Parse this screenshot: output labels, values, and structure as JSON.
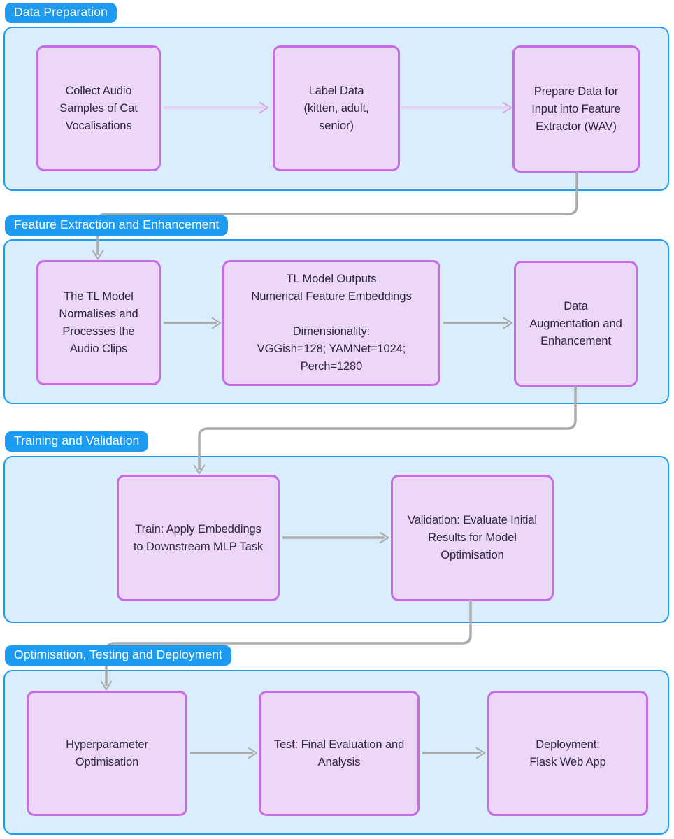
{
  "theme": {
    "page-bg": "#ffffff",
    "label-bg": "#1d9bf0",
    "label-text": "#ffffff",
    "container-bg": "#d9edfb",
    "container-border": "#1d9bf0",
    "node-bg": "#ecd7f8",
    "node-border": "#c86ce6",
    "node-text": "#302345",
    "arrow-gray": "#ababab",
    "arrow-violet": "#eacdf7",
    "arrow-violet-head": "#dda4ef"
  },
  "sections": [
    {
      "label": "Data Preparation",
      "nodes": [
        {
          "text": "Collect Audio\nSamples of Cat\nVocalisations"
        },
        {
          "text": "Label Data\n(kitten, adult,\nsenior)"
        },
        {
          "text": "Prepare Data for\nInput into Feature\nExtractor (WAV)"
        }
      ]
    },
    {
      "label": "Feature Extraction and Enhancement",
      "nodes": [
        {
          "text": "The TL Model\nNormalises and\nProcesses the\nAudio Clips"
        },
        {
          "text": "TL Model Outputs\nNumerical Feature Embeddings\n\nDimensionality:\nVGGish=128; YAMNet=1024;\nPerch=1280"
        },
        {
          "text": "Data\nAugmentation and\nEnhancement"
        }
      ]
    },
    {
      "label": "Training and Validation",
      "nodes": [
        {
          "text": "Train: Apply Embeddings\nto Downstream MLP Task"
        },
        {
          "text": "Validation: Evaluate Initial\nResults for Model\nOptimisation"
        }
      ]
    },
    {
      "label": "Optimisation, Testing and Deployment",
      "nodes": [
        {
          "text": "Hyperparameter\nOptimisation"
        },
        {
          "text": "Test: Final Evaluation and\nAnalysis"
        },
        {
          "text": "Deployment:\nFlask Web App"
        }
      ]
    }
  ]
}
